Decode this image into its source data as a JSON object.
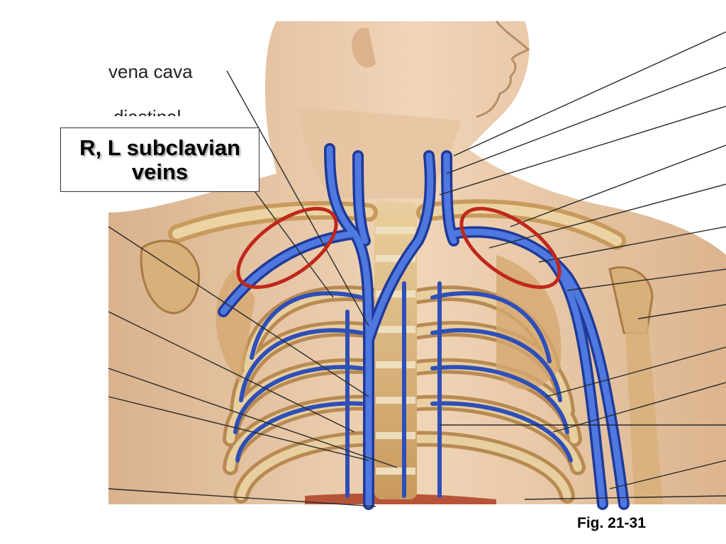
{
  "labels": {
    "vena_cava": "vena cava",
    "mediastinal": "diastinal"
  },
  "callout": {
    "line1": "R, L subclavian",
    "line2": "veins"
  },
  "caption": "Fig. 21-31",
  "colors": {
    "skin": "#e9c9a6",
    "bone": "#d8b27a",
    "vein": "#2f4fb8",
    "highlight": "#c0271a",
    "muscle": "#b6543a"
  }
}
